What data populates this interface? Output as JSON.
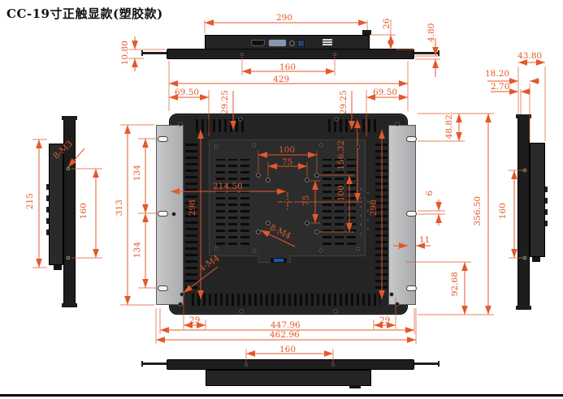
{
  "title": "CC-19寸正触显款(塑胶款)",
  "colors": {
    "dimension": "#e4582a",
    "body_dark": "#242424",
    "bracket_gray": "#a9abad"
  },
  "dims": {
    "top_width": "290",
    "top_box_height": "26",
    "top_bezel_lip": "4.80",
    "top_panel_thickness": "10.80",
    "top_hole_spacing": "160",
    "back_width": "429",
    "back_left_inset": "69.50",
    "back_top_inset_left": "29.25",
    "back_top_inset_right": "29.25",
    "back_right_inset": "69.50",
    "vesa_width_100": "100",
    "vesa_width_75": "75",
    "vesa_height_75": "75",
    "vesa_height_100": "100",
    "center_offset": "214.50",
    "vesa_top_offset": "156.32",
    "bracket_height": "313",
    "bracket_hole_upper": "134",
    "bracket_hole_lower": "134",
    "cutout_left": "298",
    "cutout_right": "298",
    "vesa_thread": "8-M4",
    "corner_thread": "4-M4",
    "side_thread": "8-M3",
    "bottom_edge_left": "29",
    "bottom_edge_right": "29",
    "mount_width": "447.96",
    "total_width": "462.96",
    "bottom_hole_spacing": "160",
    "left_body_height": "215",
    "left_hole_spacing": "160",
    "right_hole_spacing": "160",
    "total_height": "356.50",
    "right_top_offset": "48.82",
    "right_hole_gap": "6",
    "bracket_overhang": "11",
    "right_bottom_offset": "92.68",
    "side_total_depth": "43.80",
    "side_body_depth": "18.20",
    "side_lip": "2.70"
  }
}
